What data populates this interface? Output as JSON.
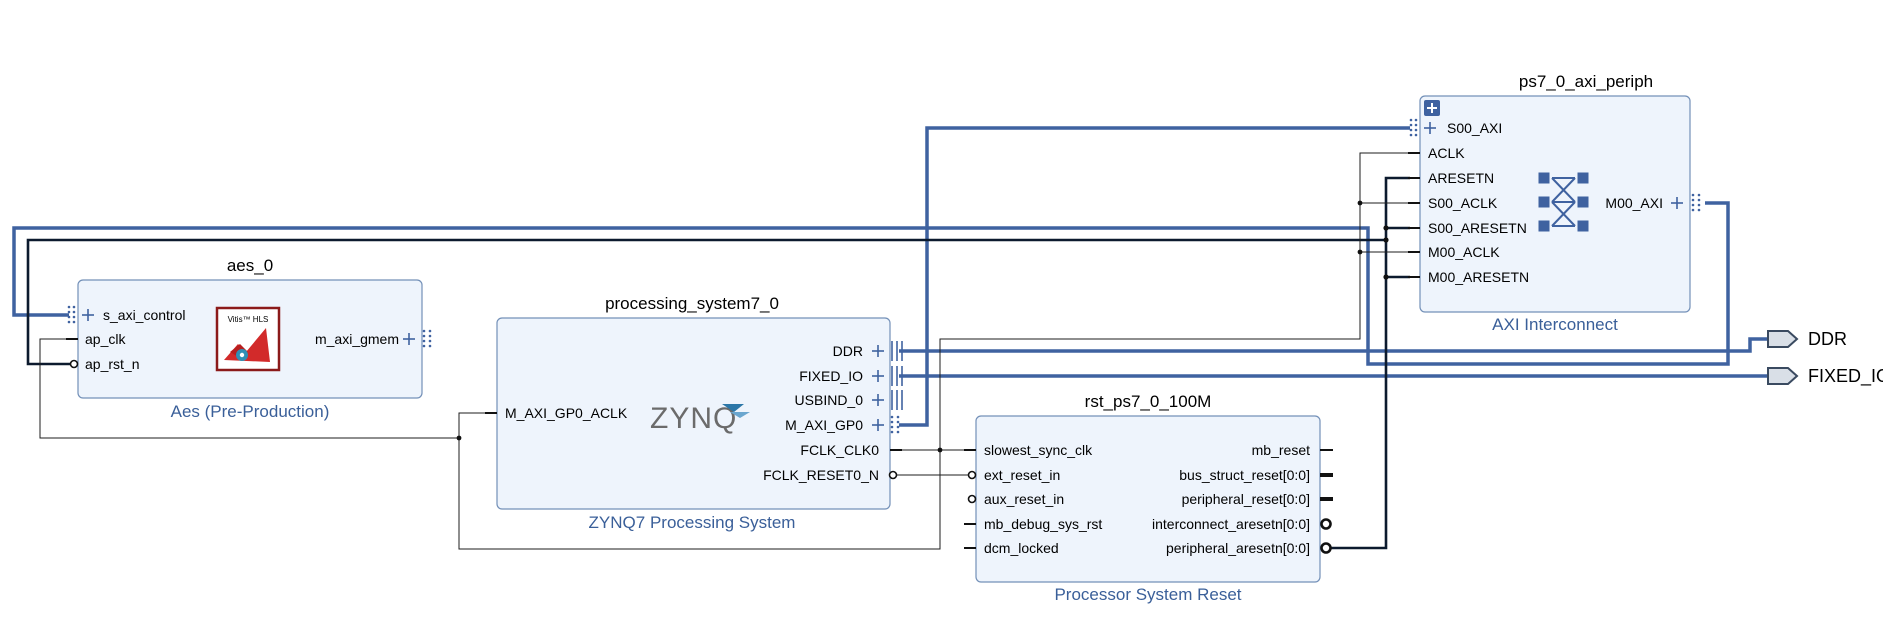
{
  "blocks": {
    "aes": {
      "instance": "aes_0",
      "caption": "Aes (Pre-Production)",
      "logo_text": "Vitis™ HLS",
      "ports_left": [
        "s_axi_control",
        "ap_clk",
        "ap_rst_n"
      ],
      "ports_right": [
        "m_axi_gmem"
      ]
    },
    "ps7": {
      "instance": "processing_system7_0",
      "caption": "ZYNQ7 Processing System",
      "logo_text": "ZYNQ",
      "ports_left": [
        "M_AXI_GP0_ACLK"
      ],
      "ports_right": [
        "DDR",
        "FIXED_IO",
        "USBIND_0",
        "M_AXI_GP0",
        "FCLK_CLK0",
        "FCLK_RESET0_N"
      ]
    },
    "periph": {
      "instance": "ps7_0_axi_periph",
      "caption": "AXI Interconnect",
      "ports_left": [
        "S00_AXI",
        "ACLK",
        "ARESETN",
        "S00_ACLK",
        "S00_ARESETN",
        "M00_ACLK",
        "M00_ARESETN"
      ],
      "ports_right": [
        "M00_AXI"
      ]
    },
    "rst": {
      "instance": "rst_ps7_0_100M",
      "caption": "Processor System Reset",
      "ports_left": [
        "slowest_sync_clk",
        "ext_reset_in",
        "aux_reset_in",
        "mb_debug_sys_rst",
        "dcm_locked"
      ],
      "ports_right": [
        "mb_reset",
        "bus_struct_reset[0:0]",
        "peripheral_reset[0:0]",
        "interconnect_aresetn[0:0]",
        "peripheral_aresetn[0:0]"
      ]
    }
  },
  "external_ports": [
    "DDR",
    "FIXED_IO"
  ],
  "colors": {
    "block_fill": "#eef4fc",
    "block_border": "#7390b8",
    "bus": "#3f62a0",
    "caption": "#3a5f99"
  }
}
